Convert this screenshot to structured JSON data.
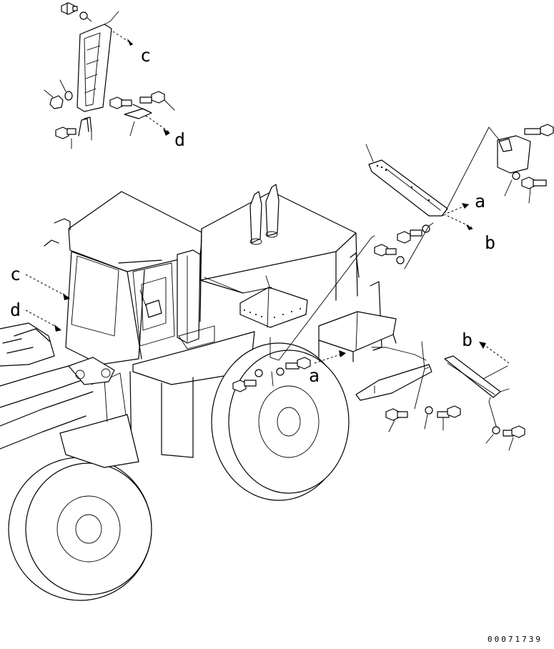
{
  "callouts": {
    "c_top": "c",
    "d_top": "d",
    "a_right": "a",
    "b_right": "b",
    "c_left": "c",
    "d_left": "d",
    "a_bottom": "a",
    "b_bottom": "b"
  },
  "document_number": "00071739"
}
